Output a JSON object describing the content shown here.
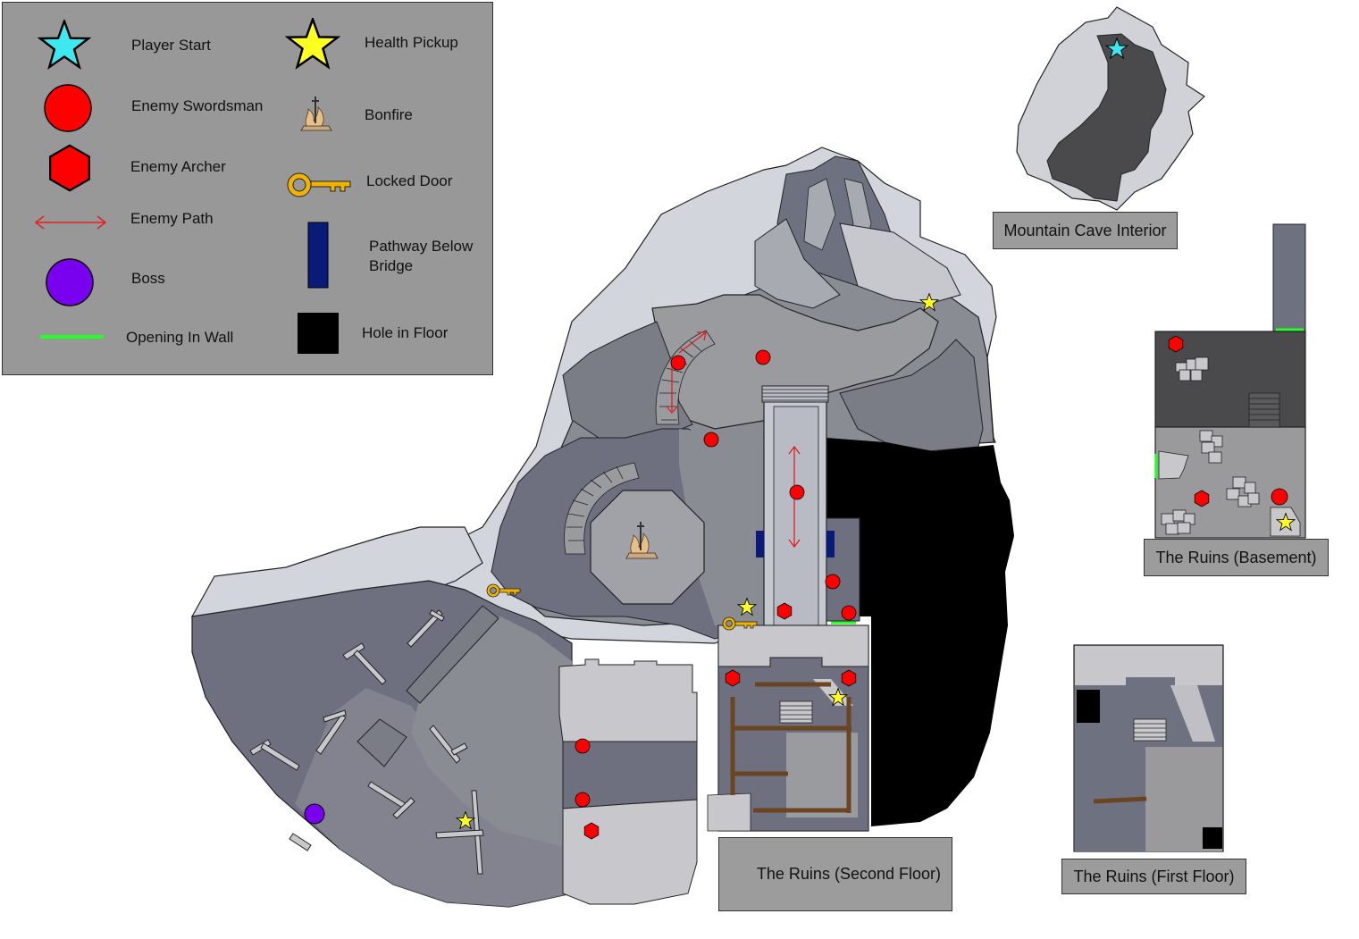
{
  "legend": {
    "items": [
      {
        "icon": "player-start-icon",
        "label": "Player Start"
      },
      {
        "icon": "enemy-swordsman-icon",
        "label": "Enemy Swordsman"
      },
      {
        "icon": "enemy-archer-icon",
        "label": "Enemy Archer"
      },
      {
        "icon": "enemy-path-icon",
        "label": "Enemy Path"
      },
      {
        "icon": "boss-icon",
        "label": "Boss"
      },
      {
        "icon": "opening-in-wall-icon",
        "label": "Opening In Wall"
      },
      {
        "icon": "health-pickup-icon",
        "label": "Health Pickup"
      },
      {
        "icon": "bonfire-icon",
        "label": "Bonfire"
      },
      {
        "icon": "locked-door-icon",
        "label": "Locked Door"
      },
      {
        "icon": "pathway-below-bridge-icon",
        "label": "Pathway Below\nBridge"
      },
      {
        "icon": "hole-in-floor-icon",
        "label": "Hole in Floor"
      }
    ]
  },
  "labels": {
    "mountain_cave": "Mountain Cave Interior",
    "ruins_basement": "The Ruins (Basement)",
    "ruins_second_floor": "The Ruins (Second Floor)",
    "ruins_first_floor": "The Ruins (First Floor)"
  },
  "colors": {
    "player_start": "#3ee8f0",
    "swordsman": "#ff0000",
    "archer": "#ff0000",
    "boss": "#7a00f0",
    "health": "#ffff22",
    "key": "#f0b400",
    "pathway": "#0a1a78",
    "hole": "#000000",
    "opening": "#22ff22",
    "legend_bg": "#989898"
  }
}
